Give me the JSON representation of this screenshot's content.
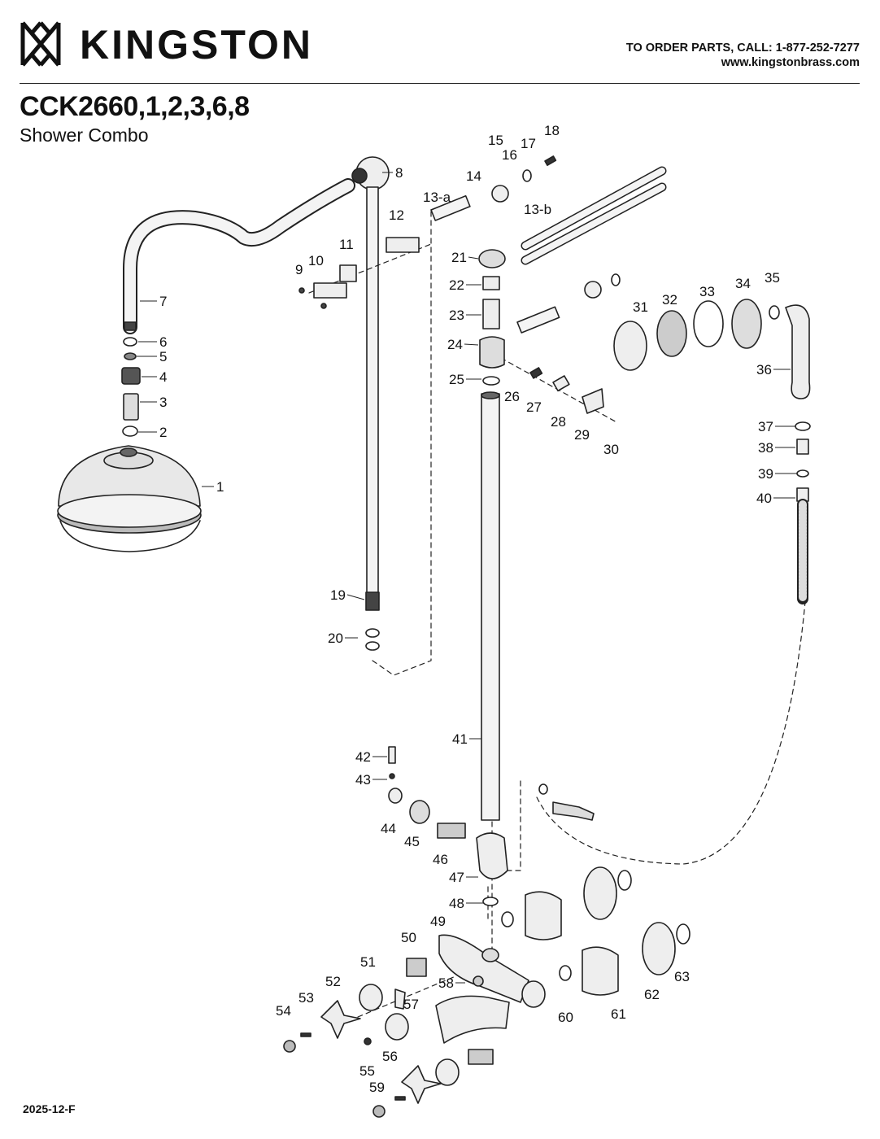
{
  "header": {
    "brand": "KINGSTON",
    "contact_line": "TO ORDER PARTS, CALL: 1-877-252-7277",
    "website": "www.kingstonbrass.com"
  },
  "model": "CCK2660,1,2,3,6,8",
  "subtitle": "Shower Combo",
  "doc_code": "2025-12-F",
  "callouts": [
    "1",
    "2",
    "3",
    "4",
    "5",
    "6",
    "7",
    "8",
    "9",
    "10",
    "11",
    "12",
    "13-a",
    "13-b",
    "14",
    "15",
    "16",
    "17",
    "18",
    "19",
    "20",
    "21",
    "22",
    "23",
    "24",
    "25",
    "26",
    "27",
    "28",
    "29",
    "30",
    "31",
    "32",
    "33",
    "34",
    "35",
    "36",
    "37",
    "38",
    "39",
    "40",
    "41",
    "42",
    "43",
    "44",
    "45",
    "46",
    "47",
    "48",
    "49",
    "50",
    "51",
    "52",
    "53",
    "54",
    "55",
    "56",
    "57",
    "58",
    "59",
    "60",
    "61",
    "62",
    "63"
  ]
}
